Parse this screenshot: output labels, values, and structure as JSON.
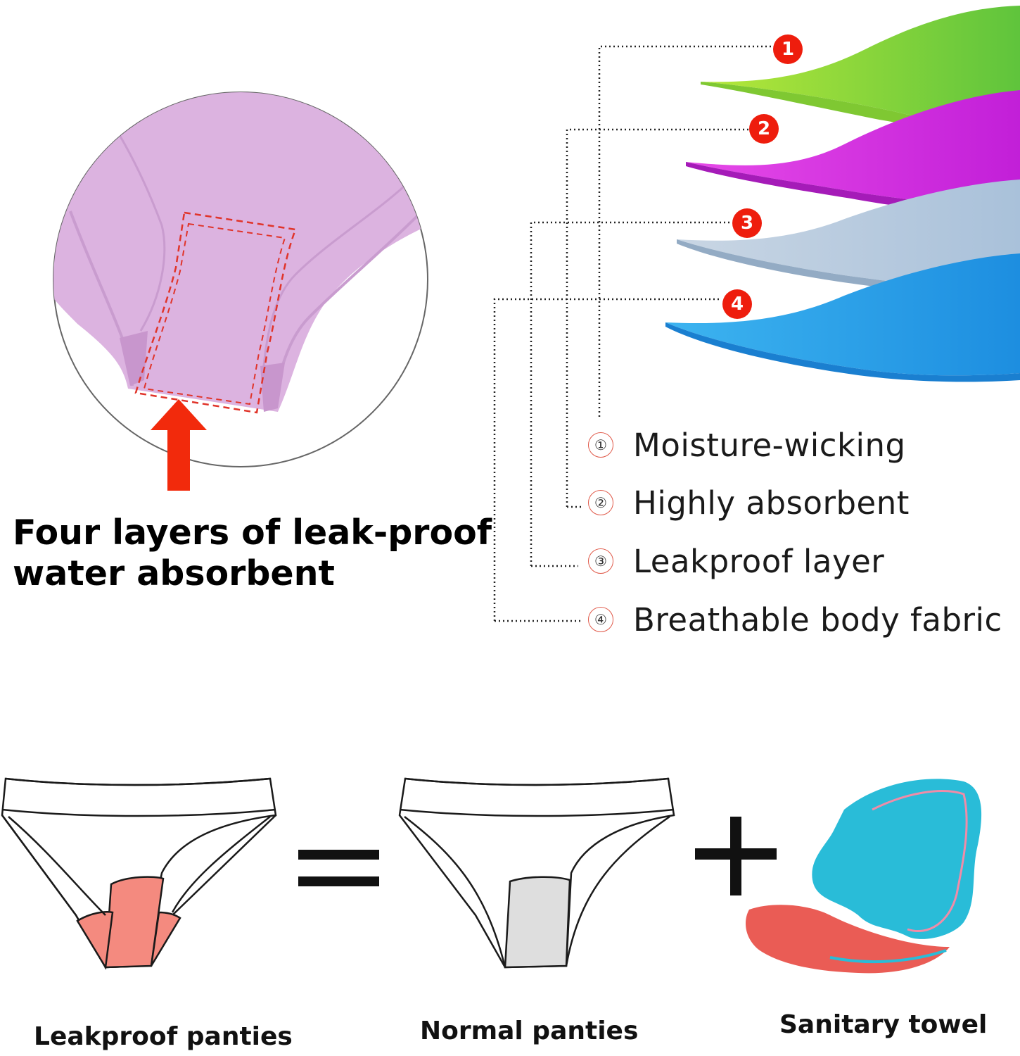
{
  "headline": {
    "line1": "Four layers of leak-proof",
    "line2": "water absorbent"
  },
  "layers": [
    {
      "number": "1",
      "label": "Moisture-wicking",
      "color": "#8ad63a"
    },
    {
      "number": "2",
      "label": "Highly absorbent",
      "color": "#e23ee8"
    },
    {
      "number": "3",
      "label": "Leakproof layer",
      "color": "#b9cde0"
    },
    {
      "number": "4",
      "label": "Breathable body fabric",
      "color": "#2aa8ea"
    }
  ],
  "legend_numbers": [
    "①",
    "②",
    "③",
    "④"
  ],
  "comparison": {
    "left_label": "Leakproof panties",
    "middle_label": "Normal panties",
    "right_label": "Sanitary towel",
    "equals_symbol": "=",
    "plus_symbol": "+"
  },
  "colors": {
    "garment": "#dcb3e0",
    "dashed_outline": "#e0342a",
    "arrow": "#f22a0c",
    "badge": "#ee1d0d",
    "leakproof_gusset": "#f48a7f",
    "normal_gusset": "#dedede",
    "towel_blue": "#29bcd8",
    "towel_red": "#ea5c55"
  }
}
